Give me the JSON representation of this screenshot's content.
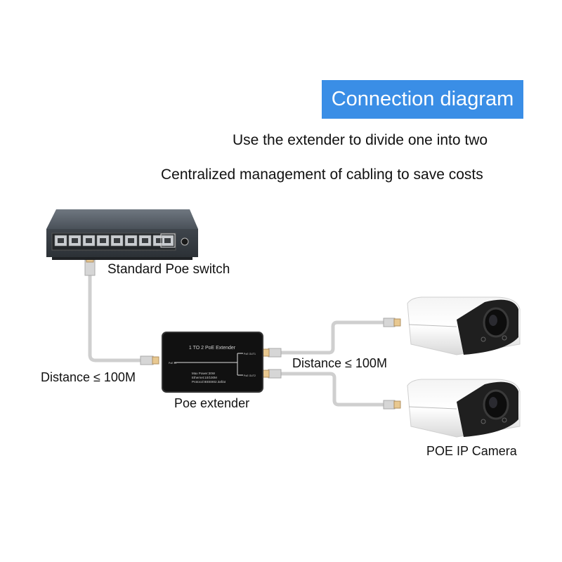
{
  "header": {
    "title": "Connection diagram",
    "title_bg_color": "#3a8ee6",
    "subtitle_1": "Use the extender to divide one into two",
    "subtitle_2": "Centralized management of cabling to save costs"
  },
  "devices": {
    "switch": {
      "label": "Standard Poe switch",
      "port_count": 8,
      "uplink_ports": 1,
      "icon": "network-switch-icon"
    },
    "extender": {
      "label": "Poe extender",
      "panel_title": "1 TO 2 PoE Extender",
      "port_in": "PoE IN",
      "port_out_1": "PoE OUT1",
      "port_out_2": "PoE OUT2",
      "specs": [
        "Max Power:30W",
        "Ethernet:10/100M",
        "Protocol:IEEE802.3af/at"
      ],
      "icon": "poe-extender-icon"
    },
    "camera": {
      "label": "POE IP Camera",
      "count": 2,
      "icon": "bullet-camera-icon"
    }
  },
  "links": {
    "switch_to_extender": "Distance ≤ 100M",
    "extender_to_cameras": "Distance ≤ 100M"
  }
}
